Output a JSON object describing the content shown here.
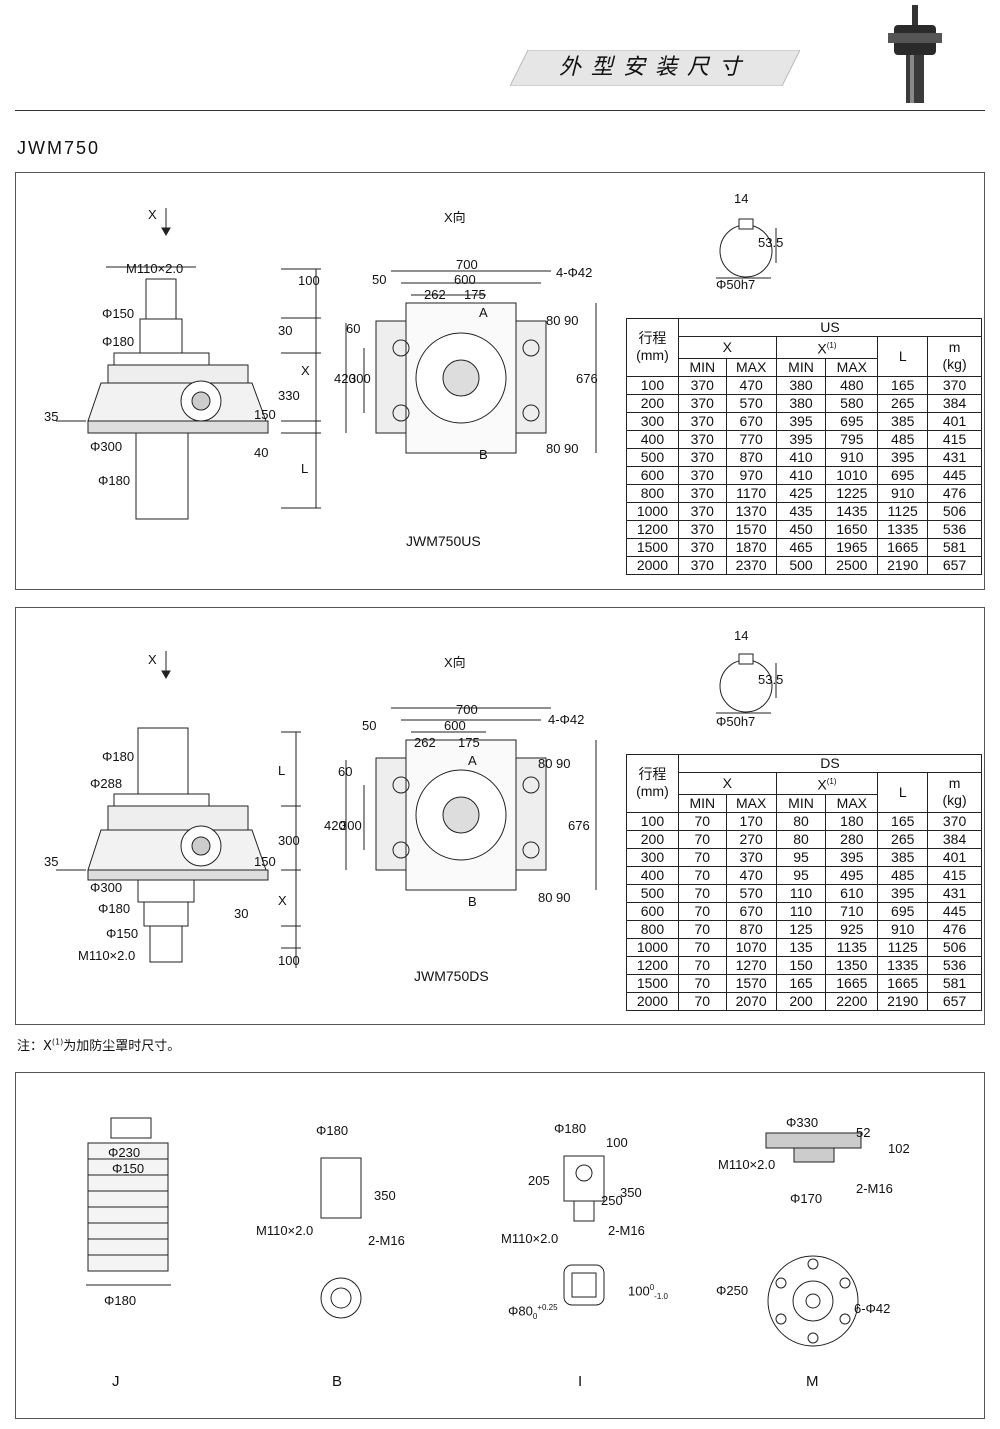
{
  "header": {
    "title": "外型安装尺寸"
  },
  "model": "JWM750",
  "upper": {
    "caption": "JWM750US",
    "table_group": "US",
    "rows": [
      [
        "100",
        "370",
        "470",
        "380",
        "480",
        "165",
        "370"
      ],
      [
        "200",
        "370",
        "570",
        "380",
        "580",
        "265",
        "384"
      ],
      [
        "300",
        "370",
        "670",
        "395",
        "695",
        "385",
        "401"
      ],
      [
        "400",
        "370",
        "770",
        "395",
        "795",
        "485",
        "415"
      ],
      [
        "500",
        "370",
        "870",
        "410",
        "910",
        "395",
        "431"
      ],
      [
        "600",
        "370",
        "970",
        "410",
        "1010",
        "695",
        "445"
      ],
      [
        "800",
        "370",
        "1170",
        "425",
        "1225",
        "910",
        "476"
      ],
      [
        "1000",
        "370",
        "1370",
        "435",
        "1435",
        "1125",
        "506"
      ],
      [
        "1200",
        "370",
        "1570",
        "450",
        "1650",
        "1335",
        "536"
      ],
      [
        "1500",
        "370",
        "1870",
        "465",
        "1965",
        "1665",
        "581"
      ],
      [
        "2000",
        "370",
        "2370",
        "500",
        "2500",
        "2190",
        "657"
      ]
    ],
    "labels": {
      "x_arrow": "X",
      "x_view": "X向",
      "thread": "M110×2.0",
      "d150": "Φ150",
      "d180": "Φ180",
      "d300": "Φ300",
      "d180b": "Φ180",
      "d35": "35",
      "d100": "100",
      "d30": "30",
      "dx": "X",
      "d330": "330",
      "d150v": "150",
      "d40": "40",
      "dL": "L",
      "w700": "700",
      "w50": "50",
      "w600": "600",
      "w262": "262",
      "w175": "175",
      "holes": "4-Φ42",
      "ptA": "A",
      "ptB": "B",
      "h60": "60",
      "h420": "420",
      "h300": "300",
      "h676": "676",
      "h80": "80",
      "h90": "90",
      "h80b": "80",
      "h90b": "90",
      "key14": "14",
      "key53": "53.5",
      "keyd": "Φ50h7"
    }
  },
  "lower": {
    "caption": "JWM750DS",
    "table_group": "DS",
    "rows": [
      [
        "100",
        "70",
        "170",
        "80",
        "180",
        "165",
        "370"
      ],
      [
        "200",
        "70",
        "270",
        "80",
        "280",
        "265",
        "384"
      ],
      [
        "300",
        "70",
        "370",
        "95",
        "395",
        "385",
        "401"
      ],
      [
        "400",
        "70",
        "470",
        "95",
        "495",
        "485",
        "415"
      ],
      [
        "500",
        "70",
        "570",
        "110",
        "610",
        "395",
        "431"
      ],
      [
        "600",
        "70",
        "670",
        "110",
        "710",
        "695",
        "445"
      ],
      [
        "800",
        "70",
        "870",
        "125",
        "925",
        "910",
        "476"
      ],
      [
        "1000",
        "70",
        "1070",
        "135",
        "1135",
        "1125",
        "506"
      ],
      [
        "1200",
        "70",
        "1270",
        "150",
        "1350",
        "1335",
        "536"
      ],
      [
        "1500",
        "70",
        "1570",
        "165",
        "1665",
        "1665",
        "581"
      ],
      [
        "2000",
        "70",
        "2070",
        "200",
        "2200",
        "2190",
        "657"
      ]
    ],
    "labels": {
      "x_arrow": "X",
      "x_view": "X向",
      "d180": "Φ180",
      "d288": "Φ288",
      "d35": "35",
      "dL": "L",
      "d300v": "300",
      "d150v": "150",
      "d30": "30",
      "dx": "X",
      "d300": "Φ300",
      "d180b": "Φ180",
      "d150": "Φ150",
      "thread": "M110×2.0",
      "d100": "100",
      "w700": "700",
      "w50": "50",
      "w600": "600",
      "w262": "262",
      "w175": "175",
      "holes": "4-Φ42",
      "ptA": "A",
      "ptB": "B",
      "h60": "60",
      "h420": "420",
      "h300": "300",
      "h676": "676",
      "h80": "80",
      "h90": "90",
      "h80b": "80",
      "h90b": "90",
      "key14": "14",
      "key53": "53.5",
      "keyd": "Φ50h7"
    }
  },
  "table_headers": {
    "stroke": "行程",
    "stroke_unit": "(mm)",
    "x": "X",
    "x1": "X",
    "x1_sup": "(1)",
    "min": "MIN",
    "max": "MAX",
    "l": "L",
    "m": "m",
    "m_unit": "(kg)"
  },
  "note": {
    "prefix": "注：X",
    "sup": "(1)",
    "suffix": "为加防尘罩时尺寸。"
  },
  "accessories": {
    "J": {
      "letter": "J",
      "d230": "Φ230",
      "d150": "Φ150",
      "d180": "Φ180"
    },
    "B": {
      "letter": "B",
      "d180": "Φ180",
      "h350": "350",
      "thread": "M110×2.0",
      "bolt": "2-M16"
    },
    "I": {
      "letter": "I",
      "d180": "Φ180",
      "h100": "100",
      "h205": "205",
      "h250": "250",
      "h350": "350",
      "thread": "M110×2.0",
      "bolt": "2-M16",
      "d80": "Φ80",
      "d80_tol_up": "+0.25",
      "d80_tol_lo": "0",
      "h100b": "100",
      "h100_tol_up": "0",
      "h100_tol_lo": "-1.0"
    },
    "M": {
      "letter": "M",
      "d330": "Φ330",
      "h52": "52",
      "h102": "102",
      "thread": "M110×2.0",
      "d170": "Φ170",
      "bolt": "2-M16",
      "d250": "Φ250",
      "holes": "6-Φ42"
    }
  },
  "colors": {
    "line": "#222222",
    "fill": "#d9d9d9",
    "dark": "#888888",
    "banner": "#e6e6e6"
  }
}
